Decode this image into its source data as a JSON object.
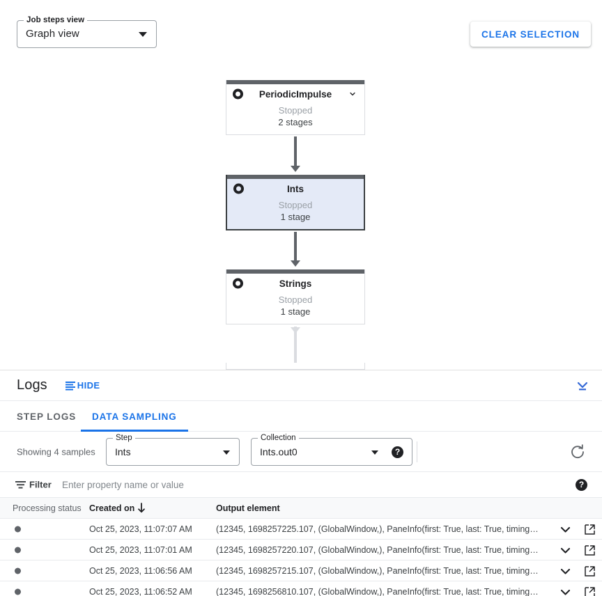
{
  "graph": {
    "view_select": {
      "legend": "Job steps view",
      "value": "Graph view",
      "arrow_icon": "chevron-down-icon"
    },
    "clear_selection_label": "CLEAR SELECTION",
    "nodes": [
      {
        "name": "PeriodicImpulse",
        "status": "Stopped",
        "stages": "2 stages",
        "selected": false,
        "has_chevron": true,
        "icon": "stop-circle-icon"
      },
      {
        "name": "Ints",
        "status": "Stopped",
        "stages": "1 stage",
        "selected": true,
        "has_chevron": false,
        "icon": "stop-circle-icon"
      },
      {
        "name": "Strings",
        "status": "Stopped",
        "stages": "1 stage",
        "selected": false,
        "has_chevron": false,
        "icon": "stop-circle-icon"
      }
    ]
  },
  "logs": {
    "title": "Logs",
    "hide_label": "HIDE",
    "hide_icon": "list-lines-icon",
    "collapse_icon": "collapse-panel-icon",
    "tabs": [
      {
        "label": "STEP LOGS",
        "active": false
      },
      {
        "label": "DATA SAMPLING",
        "active": true
      }
    ]
  },
  "sampling": {
    "showing_label": "Showing 4 samples",
    "step_field": {
      "legend": "Step",
      "value": "Ints"
    },
    "collection_field": {
      "legend": "Collection",
      "value": "Ints.out0"
    },
    "help_glyph": "?",
    "refresh_icon": "refresh-icon"
  },
  "filter": {
    "icon": "filter-icon",
    "label": "Filter",
    "placeholder": "Enter property name or value",
    "value": "",
    "help_glyph": "?"
  },
  "table": {
    "columns": [
      "Processing status",
      "Created on",
      "Output element"
    ],
    "sort_column": "Created on",
    "sort_direction": "descending",
    "sort_icon": "arrow-down-icon",
    "rows": [
      {
        "status": "dot",
        "created_on": "Oct 25, 2023, 11:07:07 AM",
        "output_element": "(12345, 1698257225.107, (GlobalWindow,), PaneInfo(first: True, last: True, timing…"
      },
      {
        "status": "dot",
        "created_on": "Oct 25, 2023, 11:07:01 AM",
        "output_element": "(12345, 1698257220.107, (GlobalWindow,), PaneInfo(first: True, last: True, timing…"
      },
      {
        "status": "dot",
        "created_on": "Oct 25, 2023, 11:06:56 AM",
        "output_element": "(12345, 1698257215.107, (GlobalWindow,), PaneInfo(first: True, last: True, timing…"
      },
      {
        "status": "dot",
        "created_on": "Oct 25, 2023, 11:06:52 AM",
        "output_element": "(12345, 1698256810.107, (GlobalWindow,), PaneInfo(first: True, last: True, timing…"
      }
    ],
    "row_expand_icon": "chevron-down-icon",
    "row_open_icon": "open-in-new-icon"
  },
  "colors": {
    "accent_blue": "#1a73e8",
    "node_bar": "#5f6368",
    "selected_node_bg": "#e4eaf7",
    "text_primary": "#202124",
    "text_secondary": "#5f6368"
  }
}
